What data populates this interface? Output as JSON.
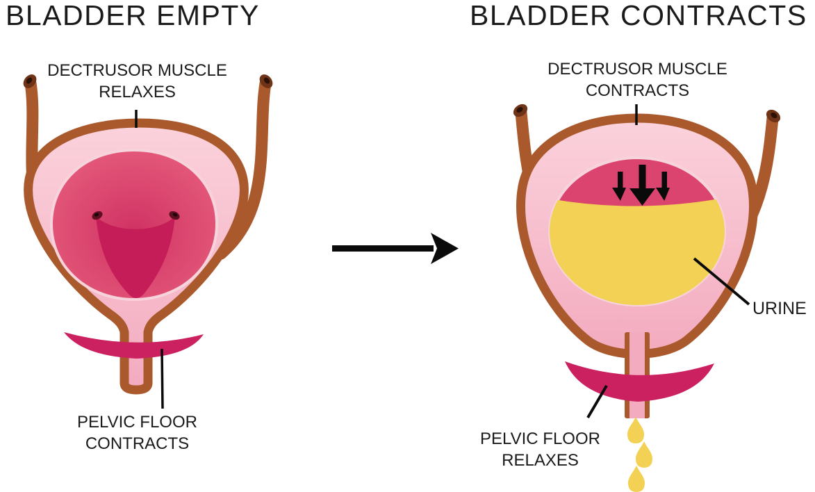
{
  "panels": {
    "left": {
      "title": "BLADDER EMPTY",
      "top_label": [
        "DECTRUSOR MUSCLE",
        "RELAXES"
      ],
      "bottom_label": [
        "PELVIC FLOOR",
        "CONTRACTS"
      ]
    },
    "right": {
      "title": "BLADDER CONTRACTS",
      "top_label": [
        "DECTRUSOR MUSCLE",
        "CONTRACTS"
      ],
      "urine_label": "URINE",
      "bottom_label": [
        "PELVIC FLOOR",
        "RELAXES"
      ]
    }
  },
  "colors": {
    "background": "#ffffff",
    "text": "#1a1a1a",
    "line": "#0a0a0a",
    "wall": "#a9592c",
    "wall_dark": "#6f3417",
    "ureter_hole": "#2a1207",
    "lining_light": "#fbd2dc",
    "lining": "#f3abbf",
    "cavity_edge": "#e8617f",
    "cavity_center": "#d03263",
    "cavity_right": "#dc4470",
    "trigone": "#c41d58",
    "opening_ring": "#5f1020",
    "opening_hole": "#1c060e",
    "cavity_stroke": "#f7d4dc",
    "band": "#cb2161",
    "urine": "#f2d155"
  }
}
